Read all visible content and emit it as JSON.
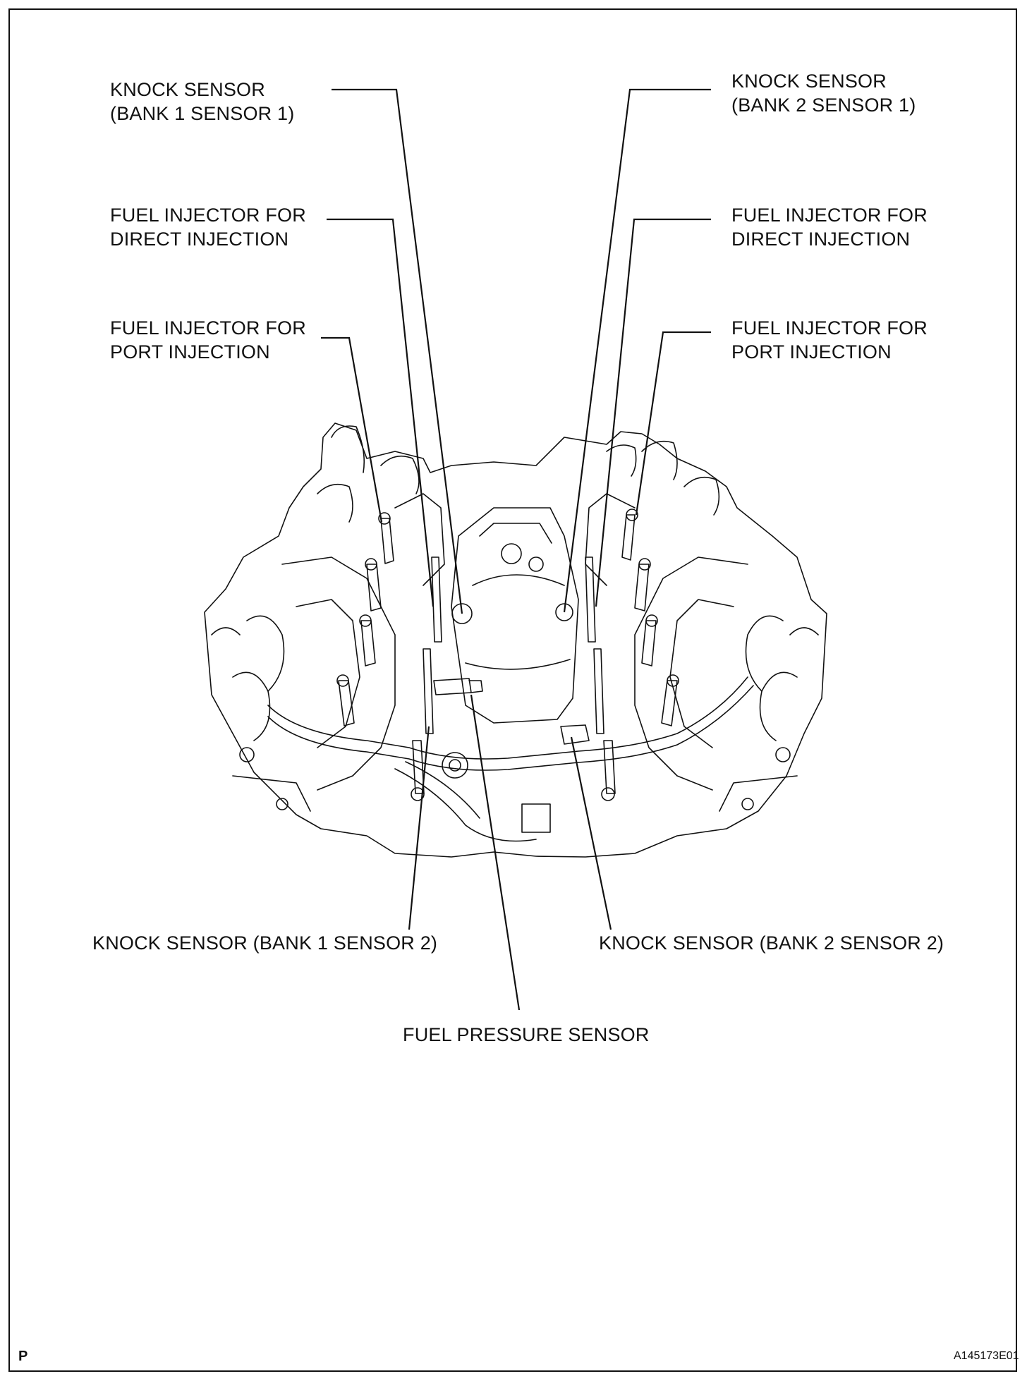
{
  "labels": {
    "knock_b1s1": [
      "KNOCK SENSOR",
      "(BANK 1 SENSOR 1)"
    ],
    "knock_b2s1": [
      "KNOCK SENSOR",
      "(BANK 2 SENSOR 1)"
    ],
    "di_left": [
      "FUEL INJECTOR FOR",
      "DIRECT INJECTION"
    ],
    "di_right": [
      "FUEL INJECTOR FOR",
      "DIRECT INJECTION"
    ],
    "pi_left": [
      "FUEL INJECTOR FOR",
      "PORT INJECTION"
    ],
    "pi_right": [
      "FUEL INJECTOR FOR",
      "PORT INJECTION"
    ],
    "knock_b1s2": "KNOCK SENSOR (BANK 1 SENSOR 2)",
    "knock_b2s2": "KNOCK SENSOR (BANK 2 SENSOR 2)",
    "fuel_pressure": "FUEL PRESSURE SENSOR"
  },
  "corner_mark": "P",
  "figure_code": "A145173E01",
  "colors": {
    "line": "#111111",
    "background": "#ffffff"
  }
}
